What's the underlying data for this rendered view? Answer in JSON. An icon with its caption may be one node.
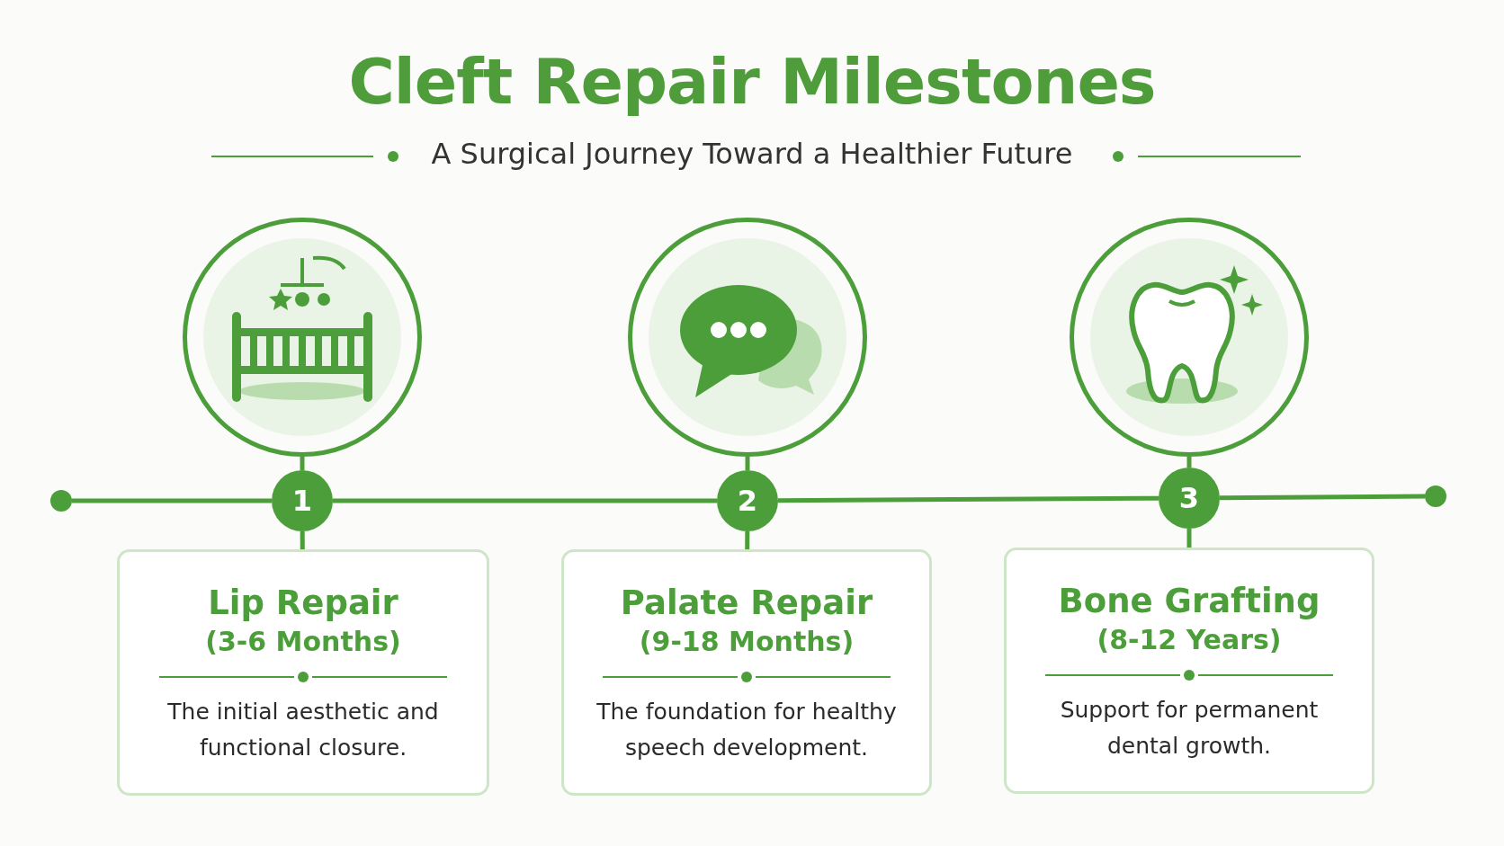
{
  "diagram": {
    "title": "Cleft Repair Milestones",
    "nodes": [
      {
        "text": [],
        "shape": "circle"
      },
      {
        "text": [],
        "shape": "circle"
      },
      {
        "text": [],
        "shape": "circle"
      },
      {
        "text": [],
        "shape": "circle"
      },
      {
        "text": [
          "1"
        ]
      },
      {
        "text": [
          "2"
        ]
      },
      {
        "text": [
          "3"
        ]
      },
      {
        "text": [],
        "shape": "circle"
      },
      {
        "text": [
          "Lip Repair",
          "(3-6 Months)",
          "The initial aesthetic and functional closure."
        ]
      },
      {
        "text": [
          "Palate Repair",
          "(9-18 Months)",
          "The foundation for healthy speech development."
        ]
      },
      {
        "text": [
          "Bone Grafting",
          "(8-12 Years)",
          "Support for permanent dental growth."
        ]
      }
    ],
    "edges": [
      {
        "from": 3,
        "to": 4,
        "arrow": "none"
      },
      {
        "from": 4,
        "to": 5,
        "arrow": "none"
      },
      {
        "from": 5,
        "to": 6,
        "arrow": "none"
      },
      {
        "from": 6,
        "to": 7,
        "arrow": "none"
      },
      {
        "from": 0,
        "to": 4,
        "arrow": "none"
      },
      {
        "from": 1,
        "to": 5,
        "arrow": "none"
      },
      {
        "from": 2,
        "to": 6,
        "arrow": "none"
      },
      {
        "from": 4,
        "to": 8,
        "arrow": "none"
      },
      {
        "from": 5,
        "to": 9,
        "arrow": "none"
      },
      {
        "from": 6,
        "to": 10,
        "arrow": "none"
      }
    ],
    "labels": [
      "A Surgical Journey Toward a Healthier Future"
    ]
  }
}
